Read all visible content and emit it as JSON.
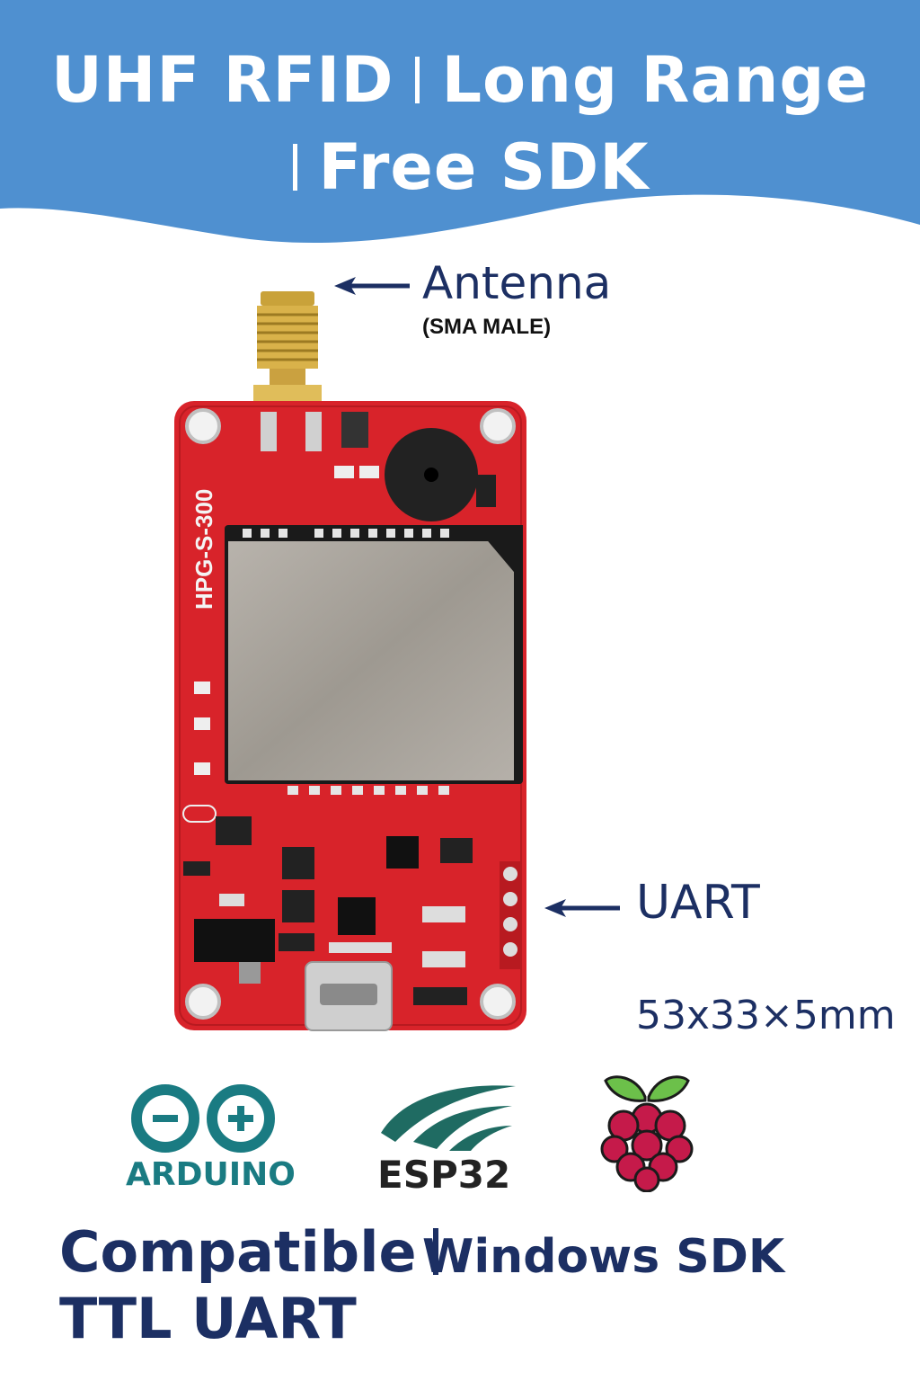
{
  "banner": {
    "line1_part1": "UHF RFID",
    "line1_part2": "Long Range",
    "line2": "Free SDK",
    "color": "#4f90d0"
  },
  "callouts": {
    "antenna": "Antenna",
    "antenna_sub": "(SMA MALE)",
    "uart": "UART",
    "dimensions": "53x33×5mm"
  },
  "board": {
    "model_text": "HPG-S-300",
    "color": "#d8232a"
  },
  "logos": {
    "arduino": "ARDUINO",
    "esp32": "ESP32"
  },
  "footer": {
    "compatible": "Compatible",
    "windows_sdk": "Windows SDK",
    "ttl_uart": "TTL UART"
  },
  "colors": {
    "navy": "#1c2f63",
    "arduino_teal": "#1a7b82"
  }
}
